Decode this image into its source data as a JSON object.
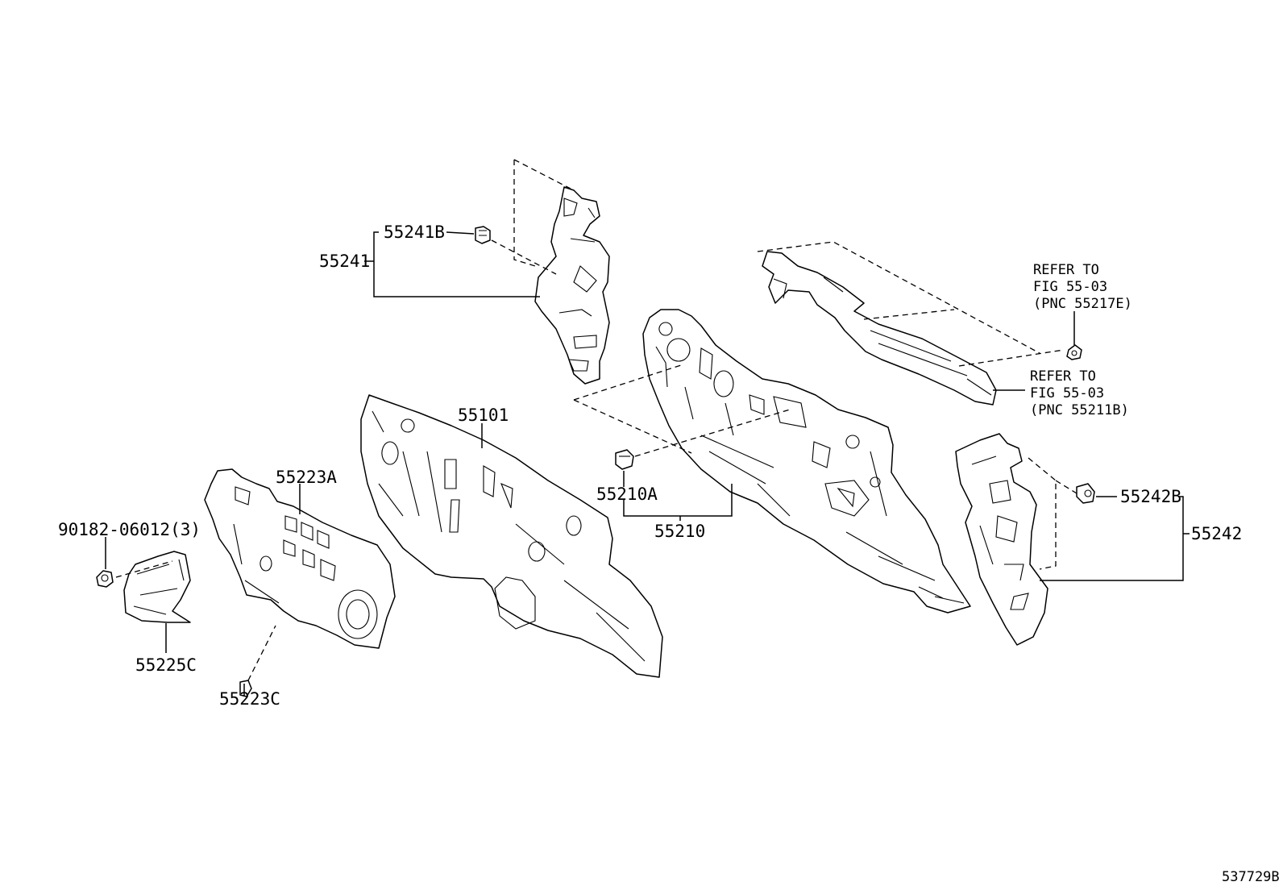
{
  "diagram": {
    "figure_id": "537729B",
    "labels": {
      "p55241B": "55241B",
      "p55241": "55241",
      "p55101": "55101",
      "p55223A": "55223A",
      "p90182": "90182-06012(3)",
      "p55225C": "55225C",
      "p55223C": "55223C",
      "p55210A": "55210A",
      "p55210": "55210",
      "p55242B": "55242B",
      "p55242": "55242"
    },
    "references": [
      {
        "line1": "REFER TO",
        "line2": "FIG 55-03",
        "line3": "(PNC 55217E)"
      },
      {
        "line1": "REFER TO",
        "line2": "FIG 55-03",
        "line3": "(PNC 55211B)"
      }
    ]
  }
}
